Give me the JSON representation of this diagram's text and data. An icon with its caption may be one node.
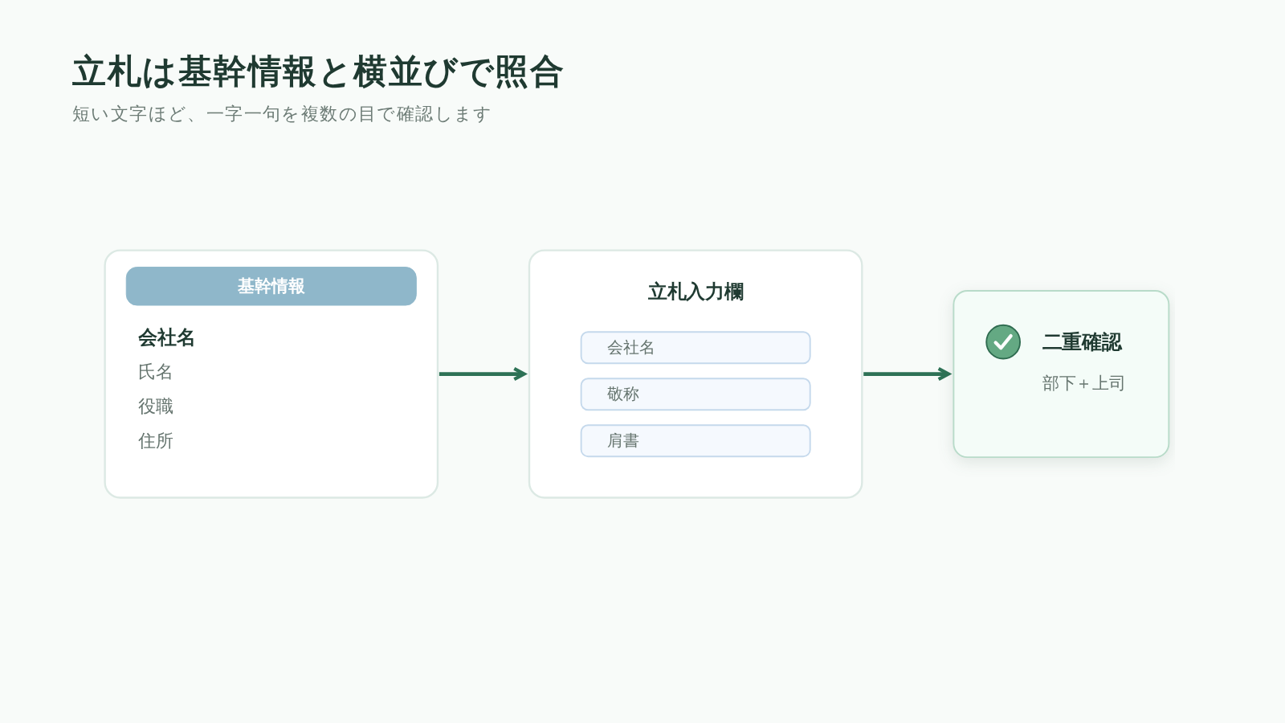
{
  "diagram": {
    "title": "立札は基幹情報と横並びで照合",
    "nodes": [
      {
        "text": [
          "会社名",
          "氏名",
          "役職",
          "住所"
        ]
      },
      {
        "text": [
          "基幹情報"
        ],
        "in": 0
      },
      {
        "text": [
          "立札入力欄"
        ]
      },
      {
        "text": [
          "会社名"
        ],
        "in": 2
      },
      {
        "text": [
          "敬称"
        ],
        "in": 2
      },
      {
        "text": [
          "肩書"
        ],
        "in": 2
      },
      {
        "text": [
          "二重確認",
          "部下＋上司"
        ]
      }
    ],
    "edges": [
      {
        "from": 0,
        "to": 2,
        "arrow": "to"
      },
      {
        "from": 2,
        "to": 6,
        "arrow": "to"
      }
    ],
    "labels": [
      "短い文字ほど、一字一句を複数の目で確認します"
    ]
  }
}
